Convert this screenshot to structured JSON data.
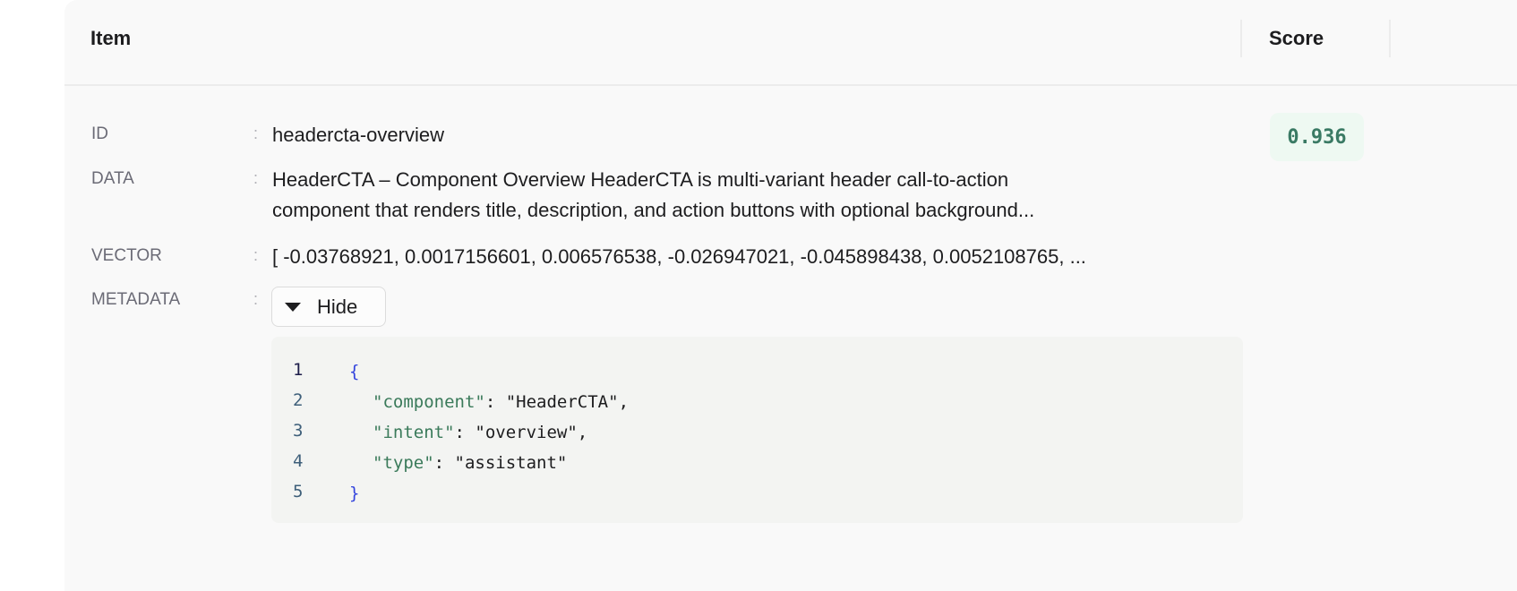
{
  "header": {
    "item": "Item",
    "score": "Score"
  },
  "row": {
    "labels": {
      "id": "ID",
      "data": "DATA",
      "vector": "VECTOR",
      "metadata": "METADATA"
    },
    "colon": ":",
    "id": "headercta-overview",
    "data_line1": "HeaderCTA – Component Overview HeaderCTA is multi-variant header call-to-action",
    "data_line2": "component that renders title, description, and action buttons with optional background...",
    "vector": "[ -0.03768921, 0.0017156601, 0.006576538, -0.026947021, -0.045898438, 0.0052108765, ...",
    "hide_label": "Hide",
    "score": "0.936",
    "code": {
      "line_numbers": [
        "1",
        "2",
        "3",
        "4",
        "5"
      ],
      "open": "{",
      "k1": "\"component\"",
      "v1": "\"HeaderCTA\"",
      "k2": "\"intent\"",
      "v2": "\"overview\"",
      "k3": "\"type\"",
      "v3": "\"assistant\"",
      "close": "}"
    }
  }
}
